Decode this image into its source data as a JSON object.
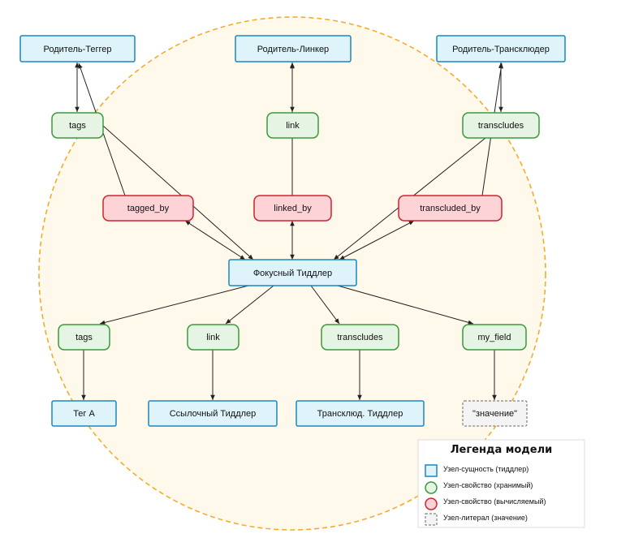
{
  "colors": {
    "entity_fill": "#dff3fb",
    "entity_stroke": "#1a87c2",
    "stored_fill": "#e6f4e4",
    "stored_stroke": "#3a9a3e",
    "computed_fill": "#fdd3d7",
    "computed_stroke": "#d2232f",
    "literal_fill": "#f4f4f4",
    "literal_stroke": "#666666",
    "background_circle_fill": "#fff9ec",
    "background_circle_stroke": "#f4ac2c",
    "edge": "#222222"
  },
  "nodes": {
    "parent_tagger": "Родитель-Теггер",
    "parent_linker": "Родитель-Линкер",
    "parent_transcluder": "Родитель-Трансклюдер",
    "tags_top": "tags",
    "link_top": "link",
    "transcludes_top": "transcludes",
    "tagged_by": "tagged_by",
    "linked_by": "linked_by",
    "transcluded_by": "transcluded_by",
    "focus": "Фокусный Тиддлер",
    "tags_bottom": "tags",
    "link_bottom": "link",
    "transcludes_bottom": "transcludes",
    "my_field": "my_field",
    "tag_a": "Тег A",
    "linked_tiddler": "Ссылочный Тиддлер",
    "transcluded_tiddler": "Трансклюд. Тиддлер",
    "value_literal": "\"значение\""
  },
  "legend": {
    "title": "Легенда модели",
    "entity": "Узел-сущность (тиддлер)",
    "stored": "Узел-свойство (хранимый)",
    "computed": "Узел-свойство (вычисляемый)",
    "literal": "Узел-литерал (значение)"
  }
}
